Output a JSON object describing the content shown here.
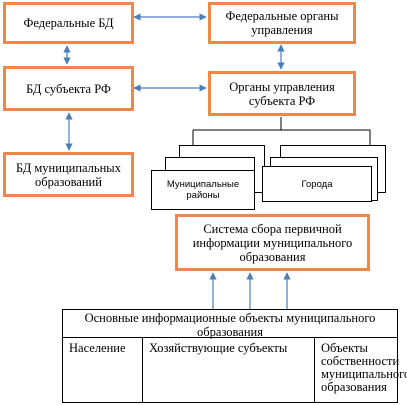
{
  "boxes": {
    "federal_db": "Федеральные БД",
    "federal_authorities": "Федеральные органы управления",
    "subject_db": "БД субъекта РФ",
    "subject_authorities": "Органы управления субъекта РФ",
    "municipal_db": "БД муниципальных образований",
    "municipal_districts": "Муниципальные районы",
    "cities": "Города",
    "collection_system": "Система сбора первичной информации муниципального образования"
  },
  "table": {
    "header": "Основные информационные объекты муниципального образования",
    "columns": [
      "Население",
      "Хозяйствующие субъекты",
      "Объекты собственности муниципального образования"
    ]
  },
  "colors": {
    "box_border": "#f0874a",
    "arrow": "#4a7ebb"
  }
}
